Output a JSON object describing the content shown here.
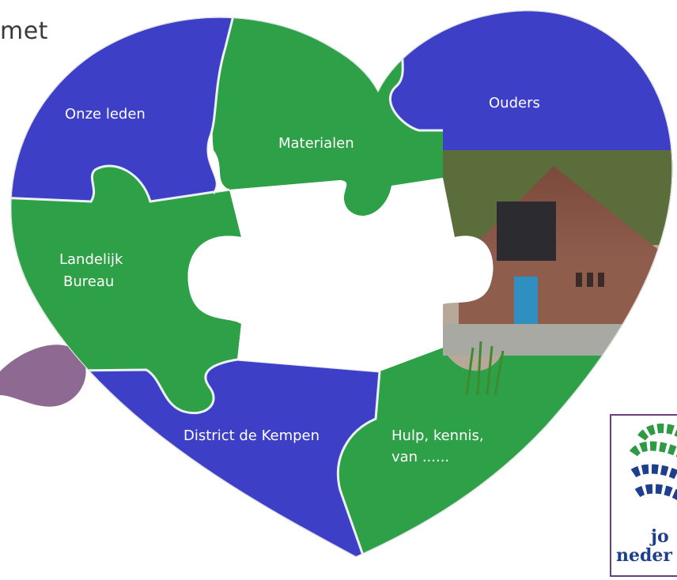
{
  "header": {
    "partial_text": "met"
  },
  "puzzle": {
    "pieces": [
      {
        "label": "Onze leden",
        "color": "#3d3fc6"
      },
      {
        "label": "Materialen",
        "color": "#2ea048"
      },
      {
        "label": "Ouders",
        "color": "#3d3fc6"
      },
      {
        "label_lines": [
          "Landelijk",
          "Bureau"
        ],
        "color": "#2ea048"
      },
      {
        "label": "District de Kempen",
        "color": "#3d3fc6"
      },
      {
        "label_lines": [
          "Hulp, kennis,",
          "van ......"
        ],
        "color": "#2ea048"
      }
    ],
    "photo_icon": "building-photo",
    "missing_piece_icon": "empty-puzzle-slot"
  },
  "logo": {
    "icon": "organization-logo",
    "lines": [
      "jo",
      "neder"
    ],
    "accent": "#2e9a43",
    "brand": "#1e3f8f"
  },
  "decor": {
    "blob_color": "#8e6a93"
  }
}
